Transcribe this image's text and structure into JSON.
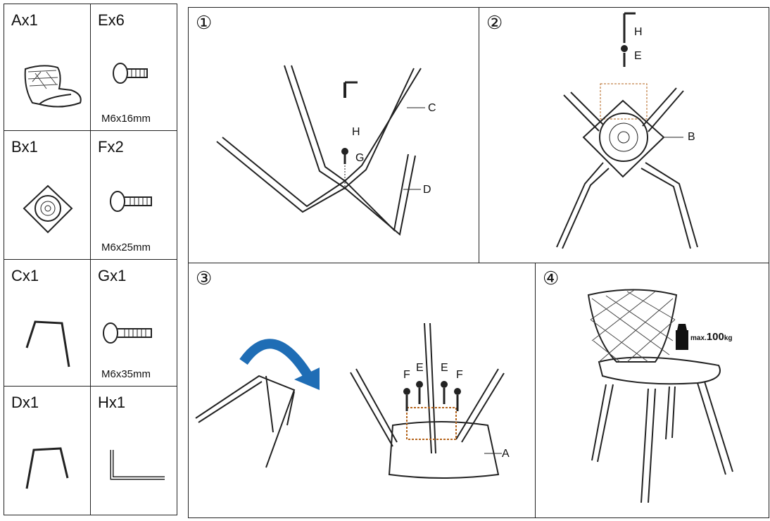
{
  "parts": [
    {
      "label": "Ax1",
      "icon": "seat-icon"
    },
    {
      "label": "Ex6",
      "size": "M6x16mm",
      "icon": "bolt-icon"
    },
    {
      "label": "Bx1",
      "icon": "swivel-plate-icon"
    },
    {
      "label": "Fx2",
      "size": "M6x25mm",
      "icon": "bolt-icon"
    },
    {
      "label": "Cx1",
      "icon": "leg-frame-icon"
    },
    {
      "label": "Gx1",
      "size": "M6x35mm",
      "icon": "bolt-icon"
    },
    {
      "label": "Dx1",
      "icon": "leg-frame-icon"
    },
    {
      "label": "Hx1",
      "icon": "allen-key-icon"
    }
  ],
  "steps": [
    {
      "number": "①",
      "letters": {
        "c": "C",
        "d": "D",
        "h": "H",
        "g": "G"
      }
    },
    {
      "number": "②",
      "letters": {
        "h": "H",
        "e": "E",
        "b": "B"
      }
    },
    {
      "number": "③",
      "letters": {
        "f1": "F",
        "e1": "E",
        "e2": "E",
        "f2": "F",
        "a": "A"
      }
    },
    {
      "number": "④",
      "weight": {
        "prefix": "max.",
        "value": "100",
        "unit": "kg"
      }
    }
  ],
  "colors": {
    "arrow": "#1f6db5",
    "line": "#222222"
  }
}
